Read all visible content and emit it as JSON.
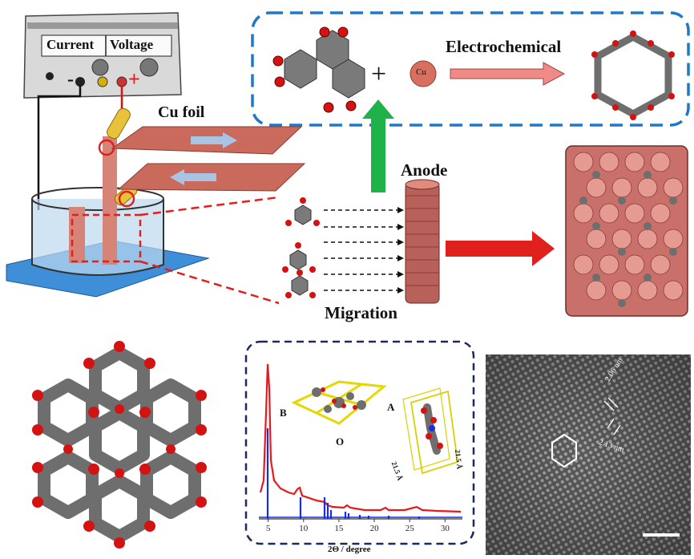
{
  "power_supply": {
    "current_label": "Current",
    "voltage_label": "Voltage",
    "minus": "-",
    "plus": "+"
  },
  "labels": {
    "cu_foil": "Cu foil",
    "anode": "Anode",
    "migration": "Migration",
    "electrochemical": "Electrochemical",
    "plus_sign": "+",
    "cu_atom": "Cu"
  },
  "xrd": {
    "x_axis_label": "2Θ / degree",
    "x_ticks": [
      "5",
      "10",
      "15",
      "20",
      "25",
      "30"
    ],
    "unit_cell_labels": {
      "b": "B",
      "a": "A",
      "o": "O"
    },
    "dimension_labels": [
      "21.5 Å",
      "21.5 Å"
    ]
  },
  "tem": {
    "spacing_1": "2.06 nm",
    "spacing_2": "2.13 nm"
  },
  "colors": {
    "blue_dash": "#1f78c8",
    "red_dash": "#e0201c",
    "green_arrow": "#1fb24a",
    "copper": "#cd6a5e",
    "oxygen": "#d41212",
    "carbon": "#6e6e6e",
    "xrd_exp": "#e8191c",
    "xrd_sim": "#1a2fd8"
  }
}
